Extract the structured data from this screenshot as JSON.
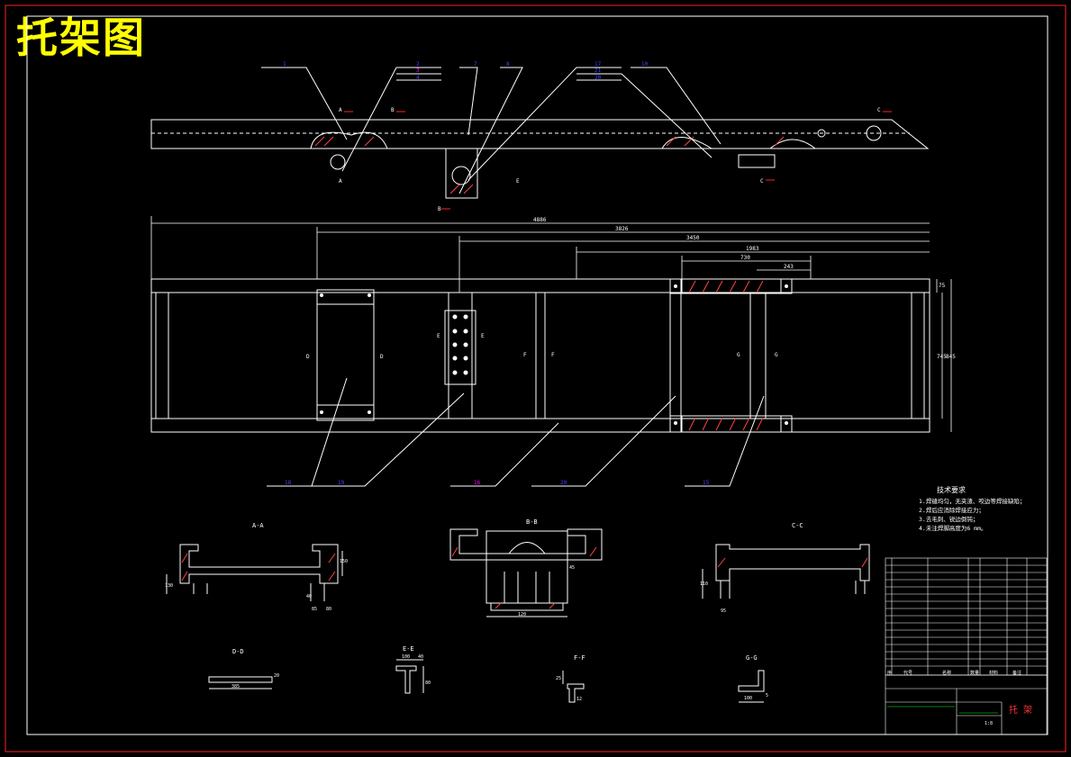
{
  "title": "托架图",
  "top_view": {
    "callouts": [
      "1",
      "2",
      "3",
      "4",
      "7",
      "8",
      "17",
      "21",
      "20",
      "10"
    ],
    "section_marks": [
      "A",
      "A",
      "B",
      "B",
      "C",
      "C",
      "E"
    ]
  },
  "plan_view": {
    "dimensions": [
      "4886",
      "3826",
      "3450",
      "1983",
      "730",
      "243",
      "75",
      "745",
      "845"
    ],
    "section_letters": [
      "D",
      "D",
      "E",
      "E",
      "F",
      "F",
      "G",
      "G"
    ],
    "callouts": [
      "18",
      "19",
      "16",
      "20",
      "15"
    ]
  },
  "sections": {
    "A-A": {
      "label": "A-A",
      "dims": [
        "150",
        "85",
        "80",
        "40",
        "130"
      ]
    },
    "B-B": {
      "label": "B-B",
      "dims": [
        "45",
        "120"
      ]
    },
    "C-C": {
      "label": "C-C",
      "dims": [
        "95",
        "110"
      ]
    },
    "D-D": {
      "label": "D-D",
      "dims": [
        "385",
        "20"
      ]
    },
    "E-E": {
      "label": "E-E",
      "dims": [
        "100",
        "40",
        "80"
      ]
    },
    "F-F": {
      "label": "F-F",
      "dims": [
        "25",
        "12"
      ]
    },
    "G-G": {
      "label": "G-G",
      "dims": [
        "100",
        "5"
      ]
    }
  },
  "technical_requirements": {
    "heading": "技术要求",
    "items": [
      "1.焊缝均匀，无夹渣、咬边等焊接缺陷；",
      "2.焊后应消除焊接应力；",
      "3.去毛刺、锐边倒钝；",
      "4.未注焊脚高度为6 mm。"
    ]
  },
  "title_block": {
    "part_name": "托 架",
    "scale": "1:8",
    "bom_header": [
      "序",
      "代号",
      "名称",
      "数量",
      "材料",
      "备注"
    ]
  },
  "colors": {
    "background": "#000000",
    "title": "#ffff00",
    "line": "#ffffff",
    "border": "#ff0000",
    "leader_blue": "#4444ff",
    "leader_magenta": "#ff00ff",
    "section_red": "#ff2222",
    "table_green": "#00ff00"
  }
}
